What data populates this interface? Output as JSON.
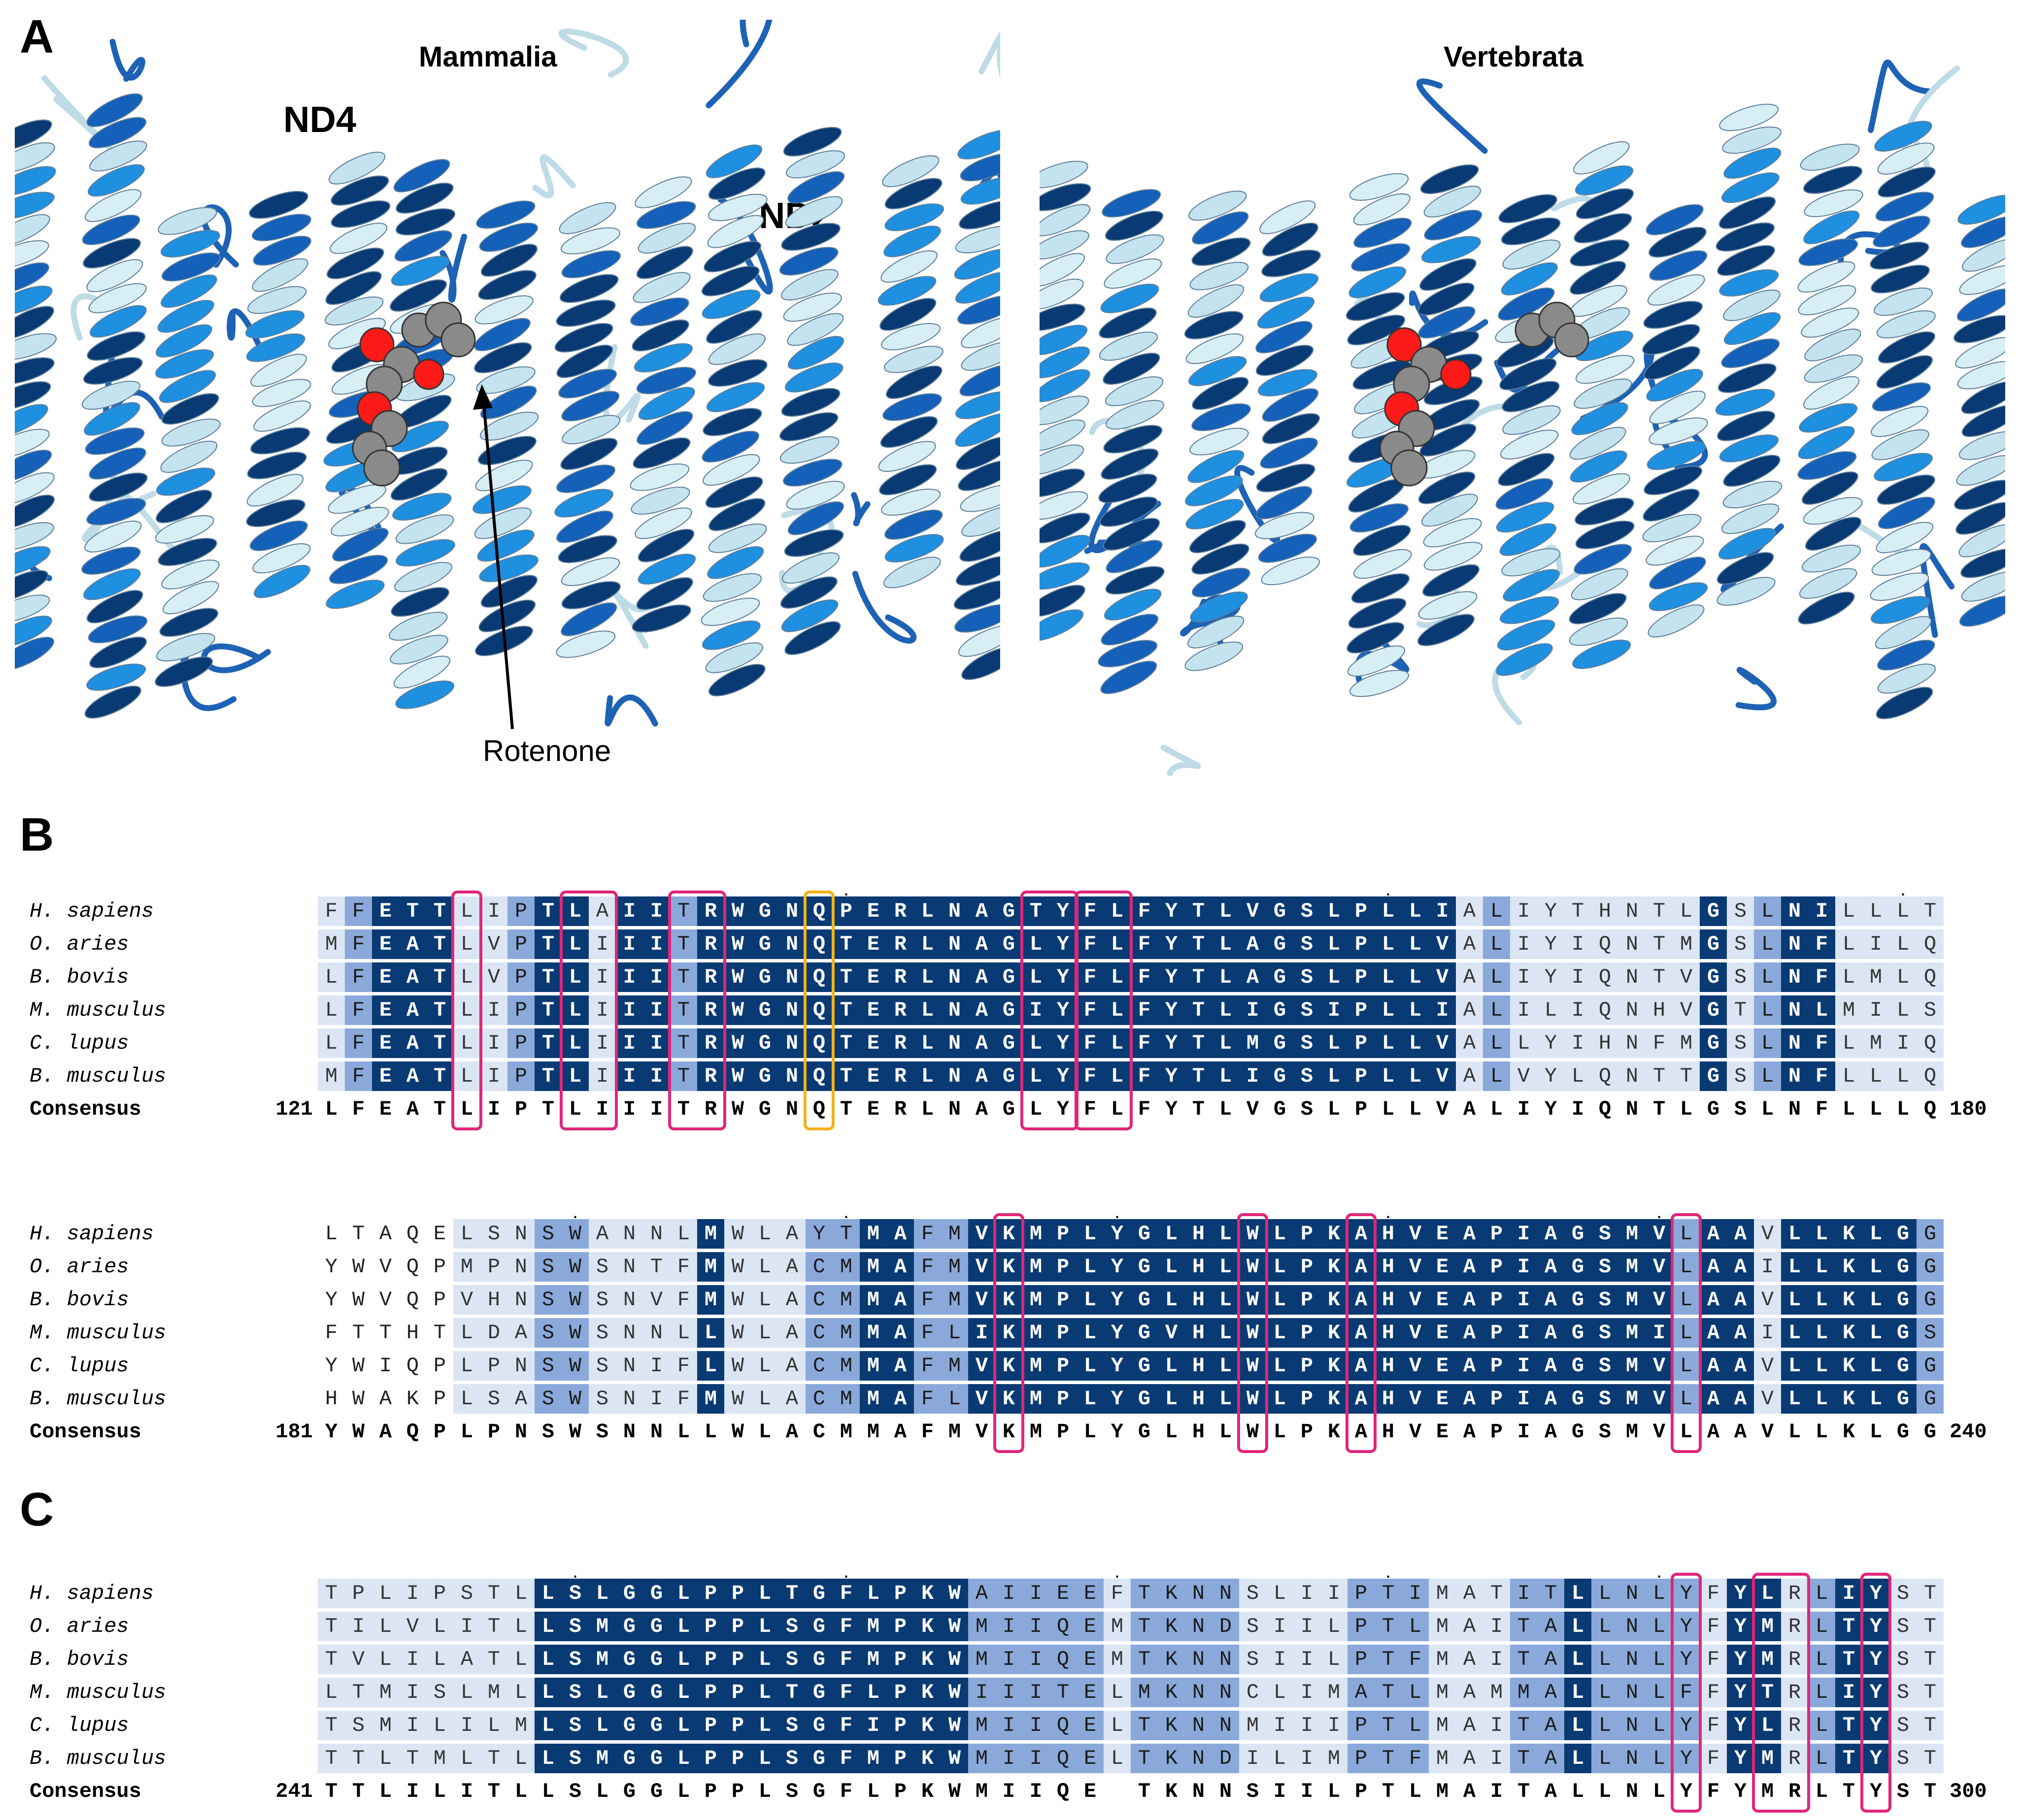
{
  "panels": {
    "a": {
      "letter": "A",
      "left_title": "Mammalia",
      "right_title": "Vertebrata",
      "label_nd4": "ND4",
      "label_nd2": "ND2",
      "annotation": "Rotenone"
    },
    "b": {
      "letter": "B"
    },
    "c": {
      "letter": "C"
    }
  },
  "colors": {
    "dark_navy": "#0a3a73",
    "medium_blue": "#8aa9da",
    "light_blue": "#dbe5f4",
    "highlight_magenta": "#e0267a",
    "highlight_gold": "#f2b21c",
    "atom_oxygen": "#ff1a1a",
    "atom_carbon": "#8a8a8a"
  },
  "species": [
    "H. sapiens",
    "O. aries",
    "B. bovis",
    "M. musculus",
    "C. lupus",
    "B. musculus"
  ],
  "consensus_label": "Consensus",
  "blocks": [
    {
      "start": "121",
      "end": "180",
      "sequences": [
        "FFETTLIPTLAIITRWGNQPERLNAGTYFLFYTLVGSLPLLIALIYTHNTLGSLNILLLT",
        "MFEATLVPTLIIITRWGNQTERLNAGLYFLFYTLAGSLPLLVALIYIQNTMGSLNFLILQ",
        "LFEATLVPTLIIITRWGNQTERLNAGLYFLFYTLAGSLPLLVALIYIQNTVGSLNFLMLQ",
        "LFEATLIPTLIIITRWGNQTERLNAGIYFLFYTLIGSIPLLIALILIQNHVGTLNLMILS",
        "LFEATLIPTLIIITRWGNQTERLNAGLYFLFYTLMGSLPLLVALLYIHNFMGSLNFLMIQ",
        "MFEATLIPTLIIITRWGNQTERLNAGLYFLFYTLIGSLPLLVALVYLQNTTGSLNFLLLQ"
      ],
      "consensus": "LFEATLIPTLIIITRWGNQTERLNAGLYFLFYTLVGSLPLLVALIYIQNTLGSLNFLLLQ",
      "shading": "123331123313323333333333333333333333333333121111111312331111",
      "dots": [
        19,
        39,
        58
      ],
      "boxes": [
        [
          5,
          5
        ],
        [
          9,
          10
        ],
        [
          13,
          14
        ],
        [
          26,
          27
        ],
        [
          28,
          29
        ]
      ],
      "gold_boxes": [
        [
          18,
          18
        ]
      ]
    },
    {
      "start": "181",
      "end": "240",
      "sequences": [
        "LTAQELSNSWANNLMWLAYTMAFMVKMPLYGLHLWLPKAHVEAPIAGSMVLAAVLLKLGG",
        "YWVQPMPNSWSNTFMWLACMMAFMVKMPLYGLHLWLPKAHVEAPIAGSMVLAAILLKLGG",
        "YWVQPVHNSWSNVFMWLACMMAFMVKMPLYGLHLWLPKAHVEAPIAGSMVLAAVLLKLGG",
        "FTTHTLDASWSNNLLWLACMMAFLIKMPLYGVHLWLPKAHVEAPIAGSMILAAILLKLGS",
        "YWIQPLPNSWSNIFLWLACMMAFMVKMPLYGLHLWLPKAHVEAPIAGSMVLAAVLLKLGG",
        "HWAKPLSASWSNIFMWLACMMAFLVKMPLYGLHLWLPKAHVEAPIAGSMVLAAVLLKLGG"
      ],
      "consensus": "YWAQPLPNSWSNNLLWLACMMAFMVKMPLYGLHLWLPKAHVEAPIAGSMVLAAVLLKLGG",
      "shading": "000001112211113111223322333333333333333333333333332331333332",
      "dots": [
        9,
        19,
        29,
        39,
        49
      ],
      "boxes": [
        [
          25,
          25
        ],
        [
          34,
          34
        ],
        [
          38,
          38
        ],
        [
          50,
          50
        ]
      ],
      "gold_boxes": []
    },
    {
      "start": "241",
      "end": "300",
      "sequences": [
        "TPLIPSTLLSLGGLPPLTGFLPKWAIIEEFTKNNSLIIPTIMATITLLNLYFYLRLIYST",
        "TILVLITLLSMGGLPPLSGFMPKWMIIQEMTKNDSIILPTLMAITALLNLYFYMRLTYST",
        "TVLILATLLSMGGLPPLSGFMPKWMIIQEMTKNNSIILPTFMAITALLNLYFYMRLTYST",
        "LTMISLMLLSLGGLPPLTGFLPKWIIITELMKNNCLIMATLMAMMALLNLFFYTRLIYST",
        "TSMILILMLSLGGLPPLSGFIPKWMIIQELTKNNMIIIPTLMAITALLNLYFYLRLTYST",
        "TTLTMLTLLSMGGLPPLSGFMPKWMIIQELTKNDILIMPTFMAITALLNLYFYMRLTYST"
      ],
      "consensus": "TTLILITLLSLGGLPPLSGFLPKWMIIQE TKNNSIILPTLMAITALLNLYFYMRLTYST",
      "shading": "111111113333333333333333222221222211112221112232222133123311",
      "dots": [
        9,
        19,
        29,
        39,
        49
      ],
      "boxes": [
        [
          50,
          50
        ],
        [
          53,
          54
        ],
        [
          57,
          57
        ]
      ],
      "gold_boxes": []
    }
  ]
}
